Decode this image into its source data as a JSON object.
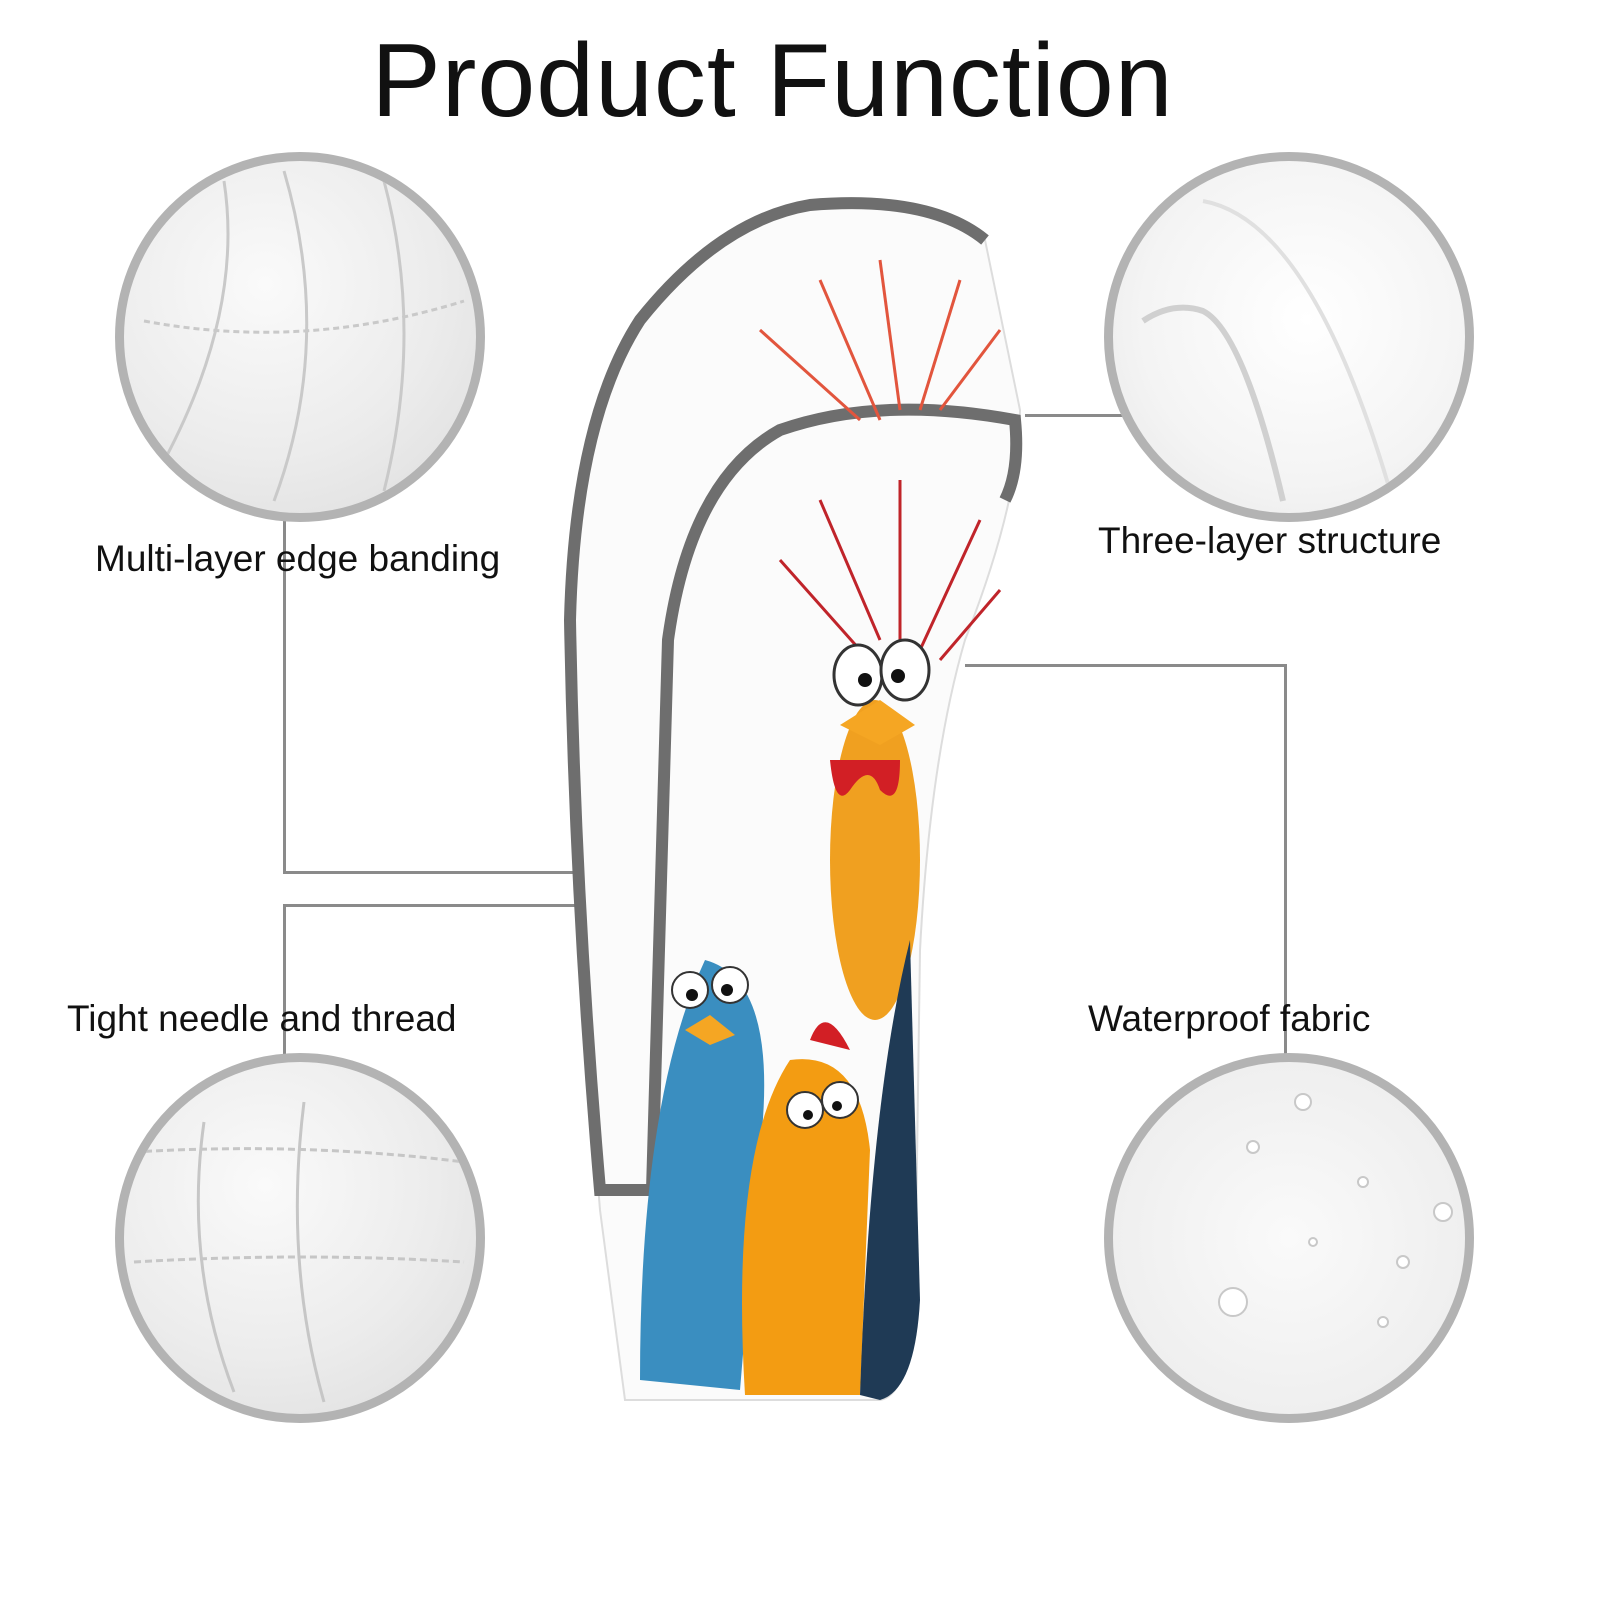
{
  "title": "Product Function",
  "features": [
    {
      "label": "Multi-layer edge banding"
    },
    {
      "label": "Three-layer structure"
    },
    {
      "label": "Tight needle and thread"
    },
    {
      "label": "Waterproof fabric"
    }
  ],
  "colors": {
    "border": "#b3b3b3",
    "line": "#8a8a8a",
    "trim": "#6e6e6e"
  }
}
